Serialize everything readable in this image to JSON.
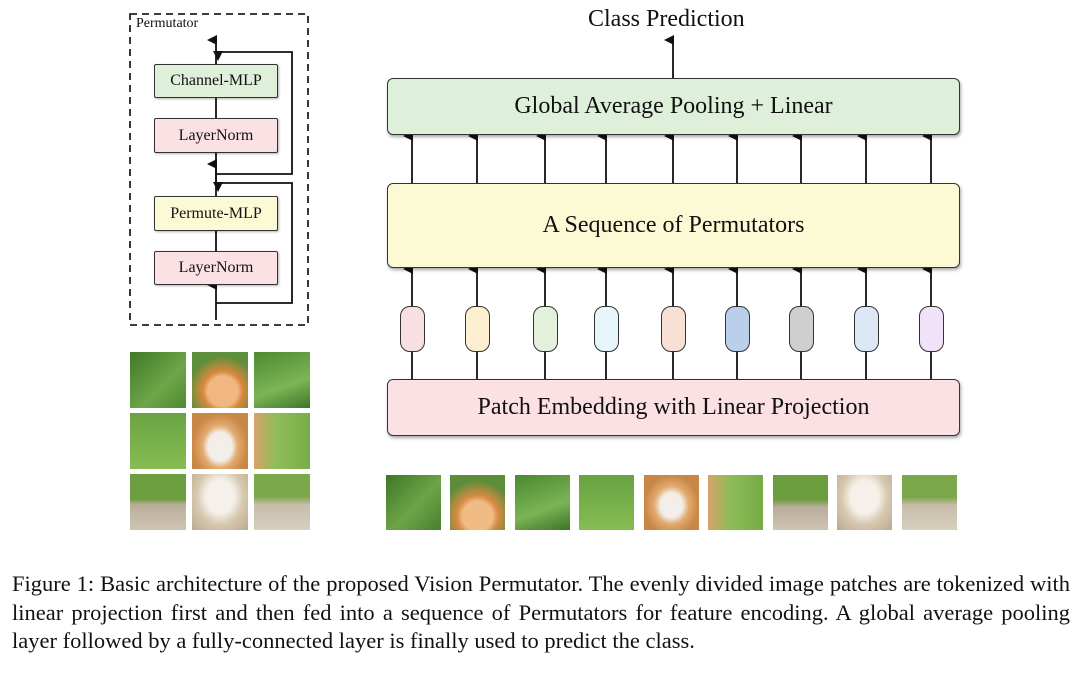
{
  "permutator_block": {
    "title": "Permutator",
    "channel_mlp": "Channel-MLP",
    "layernorm_top": "LayerNorm",
    "permute_mlp": "Permute-MLP",
    "layernorm_bottom": "LayerNorm"
  },
  "main": {
    "class_prediction": "Class Prediction",
    "global_pooling": "Global Average Pooling + Linear",
    "permutators": "A Sequence of Permutators",
    "patch_embedding": "Patch Embedding with Linear Projection"
  },
  "tokens": [
    {
      "fill": "#f8dfe2"
    },
    {
      "fill": "#fdf0d0"
    },
    {
      "fill": "#e2f0dc"
    },
    {
      "fill": "#e6f6fb"
    },
    {
      "fill": "#f9e0d4"
    },
    {
      "fill": "#b9cfea"
    },
    {
      "fill": "#cfcfcf"
    },
    {
      "fill": "#dde8f7"
    },
    {
      "fill": "#f1e2fa"
    }
  ],
  "colors": {
    "green_block": "#dff0da",
    "yellow_block": "#fcf9d5",
    "pink_block": "#fbe1e3"
  },
  "caption": "Figure 1: Basic architecture of the proposed Vision Permutator. The evenly divided image patches are tokenized with linear projection first and then fed into a sequence of Permutators for feature encoding. A global average pooling layer followed by a fully-connected layer is finally used to predict the class."
}
